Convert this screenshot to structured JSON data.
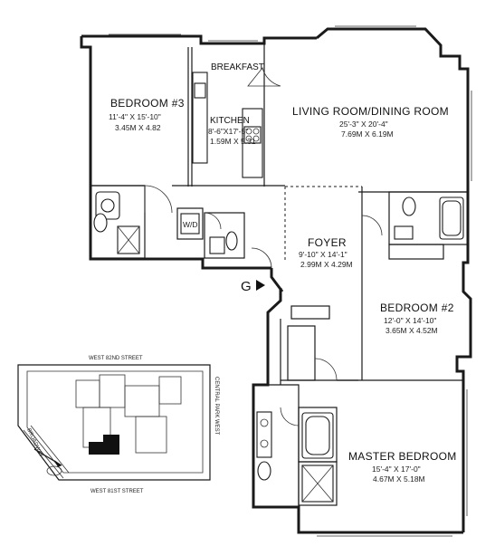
{
  "rooms": {
    "bedroom3": {
      "name": "BEDROOM #3",
      "dim_imperial": "11'-4\" X 15'-10\"",
      "dim_metric": "3.45M X 4.82"
    },
    "breakfast": {
      "name": "BREAKFAST"
    },
    "kitchen": {
      "name": "KITCHEN",
      "dim_imperial": "8'-6\"X17'-5\"",
      "dim_metric": "1.59M X 5.31"
    },
    "living": {
      "name": "LIVING ROOM/DINING ROOM",
      "dim_imperial": "25'-3\" X 20'-4\"",
      "dim_metric": "7.69M X 6.19M"
    },
    "foyer": {
      "name": "FOYER",
      "dim_imperial": "9'-10\" X 14'-1\"",
      "dim_metric": "2.99M X 4.29M"
    },
    "bedroom2": {
      "name": "BEDROOM #2",
      "dim_imperial": "12'-0\" X 14'-10\"",
      "dim_metric": "3.65M X 4.52M"
    },
    "master": {
      "name": "MASTER BEDROOM",
      "dim_imperial": "15'-4\" X 17'-0\"",
      "dim_metric": "4.67M X 5.18M"
    },
    "wd": {
      "name": "W/D"
    }
  },
  "entrance_label": "G",
  "keyplan": {
    "north_street": "WEST 82ND STREET",
    "south_street": "WEST 81ST STREET",
    "east_street": "CENTRAL PARK WEST",
    "west_street": "BROADWAY"
  },
  "colors": {
    "ink": "#1a1a1a",
    "paper": "#ffffff",
    "unit_highlight": "#111111"
  }
}
